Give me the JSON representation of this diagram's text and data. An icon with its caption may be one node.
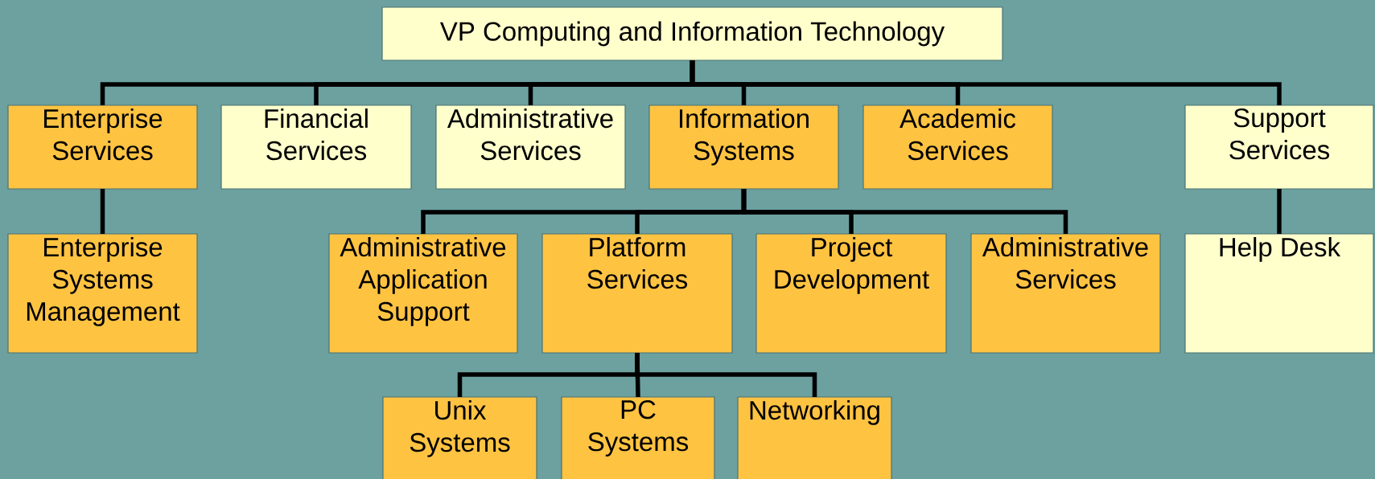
{
  "diagram": {
    "nodes": [
      {
        "text": [
          "VP Computing and Information Technology"
        ]
      },
      {
        "text": [
          "Enterprise Services"
        ]
      },
      {
        "text": [
          "Financial Services"
        ]
      },
      {
        "text": [
          "Administrative Services"
        ]
      },
      {
        "text": [
          "Information Systems"
        ]
      },
      {
        "text": [
          "Academic Services"
        ]
      },
      {
        "text": [
          "Support Services"
        ]
      },
      {
        "text": [
          "Enterprise Systems Management"
        ]
      },
      {
        "text": [
          "Administrative Application Support"
        ]
      },
      {
        "text": [
          "Platform Services"
        ]
      },
      {
        "text": [
          "Project Development"
        ]
      },
      {
        "text": [
          "Administrative Services"
        ]
      },
      {
        "text": [
          "Help Desk"
        ]
      },
      {
        "text": [
          "Unix Systems"
        ]
      },
      {
        "text": [
          "PC Systems"
        ]
      },
      {
        "text": [
          "Networking"
        ]
      }
    ],
    "edges": [
      {
        "from": 0,
        "to": 1,
        "arrow": "none"
      },
      {
        "from": 0,
        "to": 2,
        "arrow": "none"
      },
      {
        "from": 0,
        "to": 3,
        "arrow": "none"
      },
      {
        "from": 0,
        "to": 4,
        "arrow": "none"
      },
      {
        "from": 0,
        "to": 5,
        "arrow": "none"
      },
      {
        "from": 0,
        "to": 6,
        "arrow": "none"
      },
      {
        "from": 1,
        "to": 7,
        "arrow": "none"
      },
      {
        "from": 4,
        "to": 8,
        "arrow": "none"
      },
      {
        "from": 4,
        "to": 9,
        "arrow": "none"
      },
      {
        "from": 4,
        "to": 10,
        "arrow": "none"
      },
      {
        "from": 4,
        "to": 11,
        "arrow": "none"
      },
      {
        "from": 6,
        "to": 12,
        "arrow": "none"
      },
      {
        "from": 9,
        "to": 13,
        "arrow": "none"
      },
      {
        "from": 9,
        "to": 14,
        "arrow": "none"
      },
      {
        "from": 9,
        "to": 15,
        "arrow": "none"
      }
    ]
  }
}
